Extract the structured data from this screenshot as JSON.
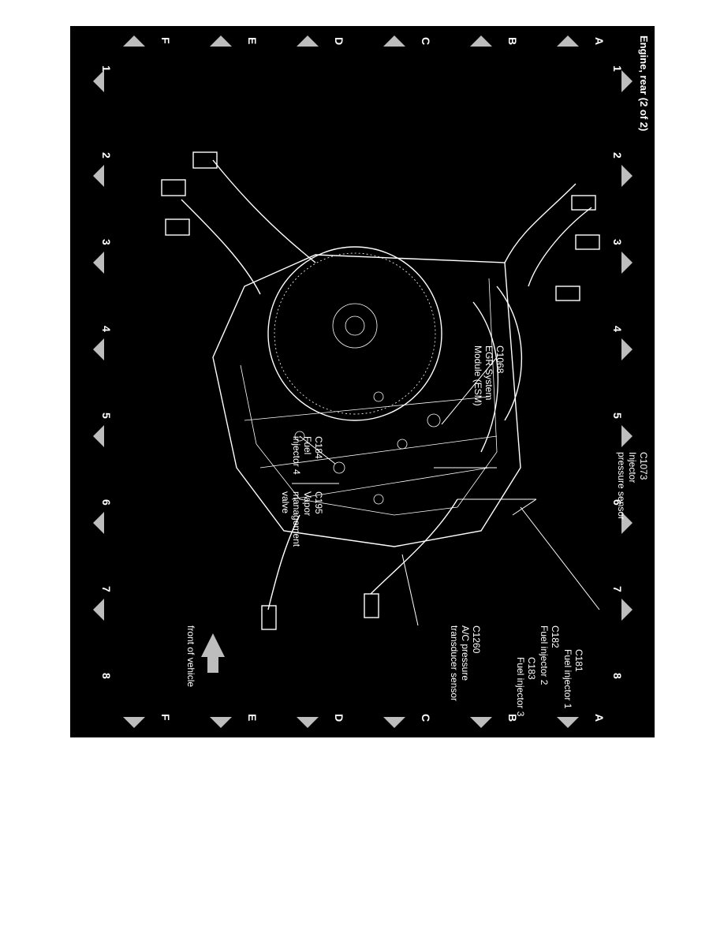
{
  "title": "Engine, rear (2 of 2)",
  "grid": {
    "numbers": [
      "1",
      "2",
      "3",
      "4",
      "5",
      "6",
      "7",
      "8"
    ],
    "letters": [
      "A",
      "B",
      "C",
      "D",
      "E",
      "F"
    ]
  },
  "callouts": [
    {
      "id": "c1068",
      "lines": [
        "C1068",
        "EGR System",
        "Module (ESM)"
      ]
    },
    {
      "id": "c1073",
      "lines": [
        "C1073",
        "Injector",
        "pressure sensor"
      ]
    },
    {
      "id": "c184",
      "lines": [
        "C184",
        "Fuel",
        "injector 4"
      ]
    },
    {
      "id": "c195",
      "lines": [
        "C195",
        "Vapor",
        "management",
        "valve"
      ]
    },
    {
      "id": "c182",
      "lines": [
        "C182",
        "Fuel injector 2"
      ]
    },
    {
      "id": "c181",
      "lines": [
        "C181",
        "Fuel injector 1"
      ]
    },
    {
      "id": "c183",
      "lines": [
        "C183",
        "Fuel injector 3"
      ]
    },
    {
      "id": "c1260",
      "lines": [
        "C1260",
        "A/C pressure",
        "transducer sensor"
      ]
    }
  ],
  "orientation_label": "front of vehicle",
  "colors": {
    "background": "#000000",
    "foreground": "#ffffff",
    "marker": "#bdbdbd"
  }
}
